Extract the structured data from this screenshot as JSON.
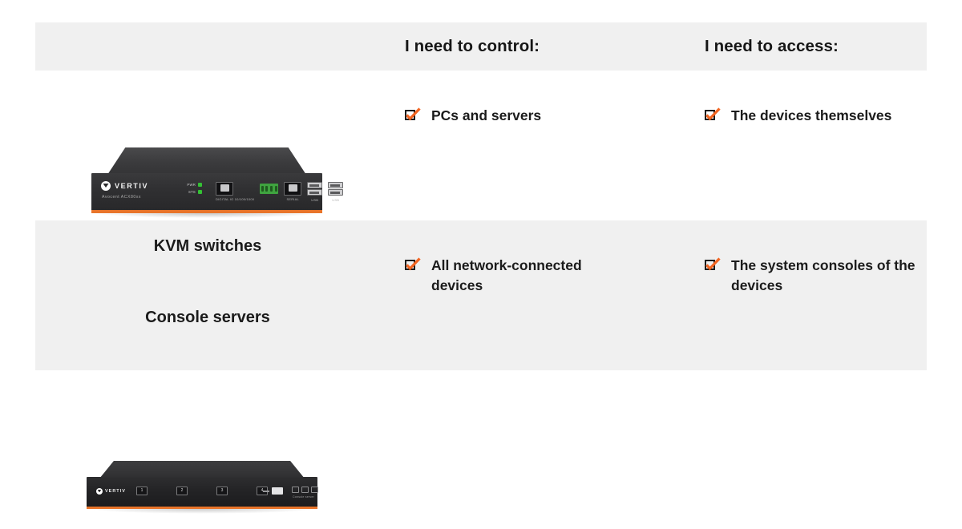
{
  "table": {
    "header": {
      "device_column_label": "",
      "control_label": "I need to control:",
      "access_label": "I need to access:"
    },
    "colors": {
      "row_shade": "#f0f0f0",
      "page_background": "#ffffff",
      "accent_orange": "#f26522",
      "device_stripe_orange": "#e8742a",
      "text": "#1b1b1b",
      "led_green": "#34c234"
    },
    "rows": [
      {
        "device": {
          "caption": "KVM switches",
          "brand": "VERTIV",
          "model_text": "Avocent ACX80xx",
          "leds": [
            {
              "label": "PWR",
              "color": "green"
            },
            {
              "label": "STS",
              "color": "green"
            }
          ],
          "ports": [
            {
              "type": "rj45",
              "label": "DIGITAL IO  10/100/1000"
            },
            {
              "type": "terminal-block",
              "label": ""
            },
            {
              "type": "rj45",
              "label": "SERIAL"
            },
            {
              "type": "usb-pair",
              "label": "USB"
            },
            {
              "type": "usb-pair",
              "label": "USB"
            }
          ]
        },
        "control": {
          "checked": true,
          "text": "PCs and servers"
        },
        "access": {
          "checked": true,
          "text": "The devices themselves"
        },
        "shaded": false
      },
      {
        "device": {
          "caption": "Console servers",
          "brand": "VERTIV",
          "model_text": "",
          "leds": [],
          "ports": [
            {
              "type": "numbered",
              "label": "1"
            },
            {
              "type": "numbered",
              "label": "2"
            },
            {
              "type": "numbered",
              "label": "3"
            },
            {
              "type": "numbered",
              "label": "4"
            }
          ],
          "sub_label": "Console server"
        },
        "control": {
          "checked": true,
          "text": "All network-connected devices"
        },
        "access": {
          "checked": true,
          "text": "The system consoles of the devices"
        },
        "shaded": true
      }
    ]
  }
}
